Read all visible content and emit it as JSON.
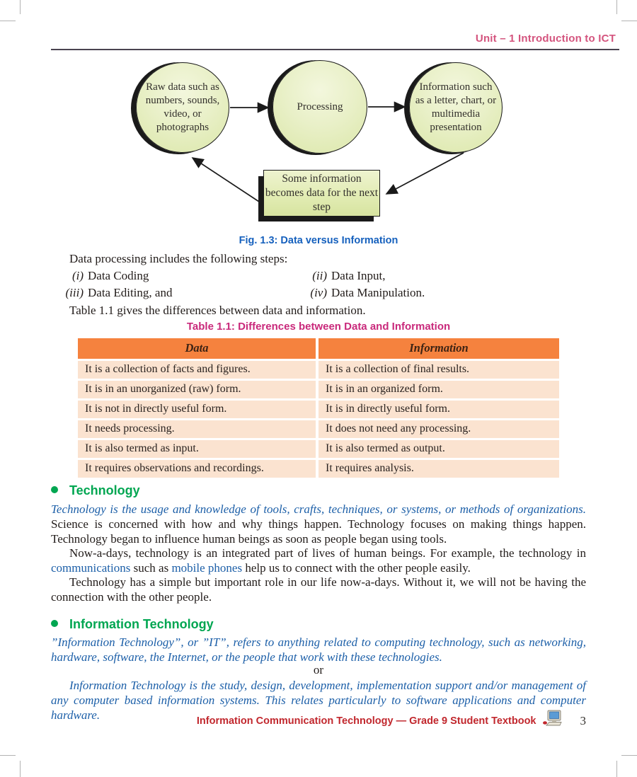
{
  "header": {
    "unit_label": "Unit – 1 Introduction to ICT"
  },
  "figure": {
    "nodes": [
      {
        "text": "Raw data such as numbers, sounds, video, or photographs"
      },
      {
        "text": "Processing"
      },
      {
        "text": "Information such as a letter, chart, or multimedia presentation"
      }
    ],
    "feedback_box": "Some information becomes data for the next step",
    "caption": "Fig. 1.3: Data versus Information"
  },
  "steps": {
    "intro": "Data processing includes the following steps:",
    "items": [
      {
        "num": "(i)",
        "label": "Data Coding"
      },
      {
        "num": "(ii)",
        "label": "Data Input,"
      },
      {
        "num": "(iii)",
        "label": "Data Editing, and"
      },
      {
        "num": "(iv)",
        "label": "Data Manipulation."
      }
    ],
    "outro": "Table 1.1 gives the differences between data and information."
  },
  "table": {
    "title": "Table 1.1: Differences between Data and Information",
    "headers": [
      "Data",
      "Information"
    ],
    "rows": [
      [
        "It is a collection of facts and figures.",
        "It is a collection of final results."
      ],
      [
        "It is in an unorganized (raw) form.",
        "It is in an organized form."
      ],
      [
        "It is not in directly useful form.",
        "It is in directly useful form."
      ],
      [
        "It needs processing.",
        "It does not need any processing."
      ],
      [
        "It is also termed as input.",
        "It is also termed as output."
      ],
      [
        "It requires observations and recordings.",
        "It requires analysis."
      ]
    ]
  },
  "sections": [
    {
      "heading": "Technology",
      "lead_italic": "Technology is the usage and knowledge of tools, crafts, techniques, or systems, or methods of organizations.",
      "lead_rest": " Science is concerned with how and why things happen. Technology focuses on making things happen. Technology began to influence human beings as soon as people began using tools.",
      "para2": [
        {
          "text": "Now-a-days, technology is an integrated part of lives of human beings. For example, the technology in "
        },
        {
          "text": "communications"
        },
        {
          "text": " such as "
        },
        {
          "text": "mobile phones"
        },
        {
          "text": " help us to connect with the other people easily."
        }
      ],
      "para3": "Technology has a simple but important role in our life now-a-days. Without it, we will not be having the connection with the other people."
    },
    {
      "heading": "Information Technology",
      "def1": "”Information Technology”, or ”IT”, refers to anything related to computing technology, such as networking, hardware, software, the Internet, or the people that work with these technologies.",
      "separator": "or",
      "def2": "Information Technology is the study, design, development, implementation support and/or management of any computer based information systems. This relates particularly to software applications and computer hardware."
    }
  ],
  "footer": {
    "text": "Information Communication Technology — Grade 9 Student Textbook",
    "page_number": "3",
    "icon": "desktop-computer-icon"
  },
  "colors": {
    "header_pink": "#d4547e",
    "table_title_magenta": "#c9297b",
    "section_green": "#00a651",
    "definition_blue": "#1c5fa8",
    "caption_blue": "#1560bd",
    "table_header_orange": "#f5823e",
    "table_row_peach": "#fbe3d0",
    "footer_red": "#c1272d",
    "node_fill_green": "#e3ecb4"
  }
}
